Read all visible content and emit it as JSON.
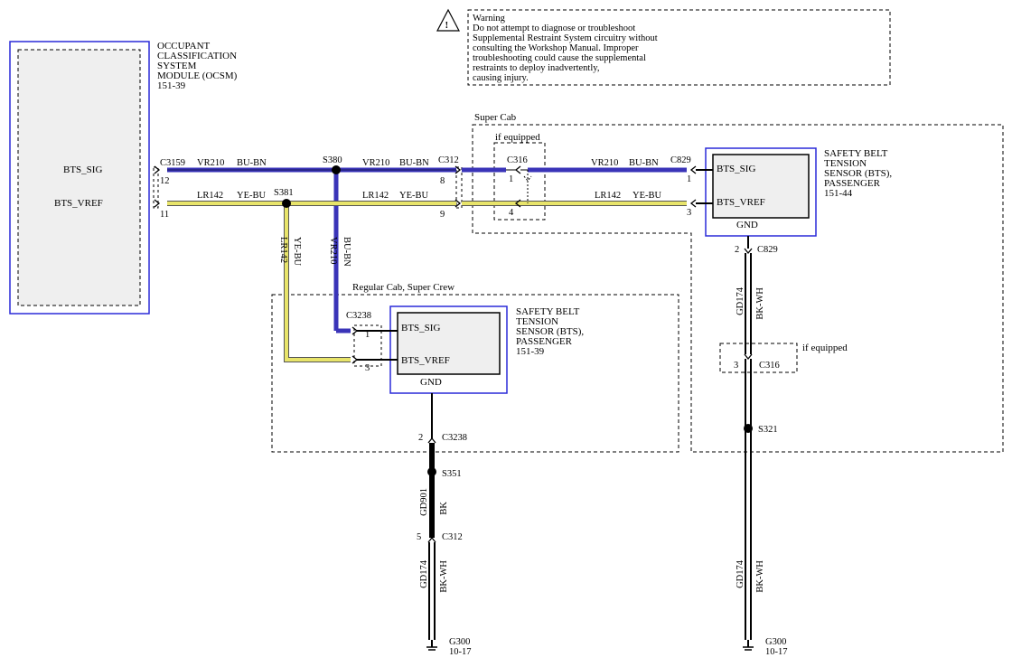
{
  "warning": {
    "lines": [
      "Warning",
      "Do not attempt to diagnose or troubleshoot",
      "Supplemental Restraint System circuitry without",
      "consulting the Workshop Manual. Improper",
      "troubleshooting could cause the supplemental",
      "restraints to deploy inadvertently,",
      "causing injury."
    ]
  },
  "ocsm": {
    "title": [
      "OCCUPANT",
      "CLASSIFICATION",
      "SYSTEM",
      "MODULE (OCSM)",
      "151-39"
    ],
    "pin_sig": "BTS_SIG",
    "pin_vref": "BTS_VREF"
  },
  "connectors": {
    "c3159": "C3159",
    "c3159_p12": "12",
    "c3159_p11": "11",
    "c312": "C312",
    "c312_p8": "8",
    "c312_p9": "9",
    "c316": "C316",
    "c316_p1": "1",
    "c316_p4": "4",
    "c829": "C829",
    "c829_p1": "1",
    "c829_p3": "3",
    "c829_p2": "2",
    "c829b": "C829",
    "c3238": "C3238",
    "c3238_p1": "1",
    "c3238_p3": "3",
    "c3238b": "C3238",
    "c3238b_p2": "2",
    "c312b": "C312",
    "c312b_p5": "5",
    "c316b": "C316",
    "c316b_p3": "3"
  },
  "splices": {
    "s380": "S380",
    "s381": "S381",
    "s351": "S351",
    "s321": "S321"
  },
  "wires": {
    "vr210": "VR210",
    "bu_bn": "BU-BN",
    "lr142": "LR142",
    "ye_bu": "YE-BU",
    "gd174": "GD174",
    "bk_wh": "BK-WH",
    "gd901": "GD901",
    "bk": "BK"
  },
  "zones": {
    "super_cab": "Super Cab",
    "if_equipped": "if equipped",
    "regular_cab": "Regular Cab, Super Crew",
    "if_equipped2": "if equipped"
  },
  "sensor_passenger_144": {
    "title": [
      "SAFETY BELT",
      "TENSION",
      "SENSOR (BTS),",
      "PASSENGER",
      "151-44"
    ],
    "sig": "BTS_SIG",
    "vref": "BTS_VREF",
    "gnd": "GND"
  },
  "sensor_passenger_139": {
    "title": [
      "SAFETY BELT",
      "TENSION",
      "SENSOR (BTS),",
      "PASSENGER",
      "151-39"
    ],
    "sig": "BTS_SIG",
    "vref": "BTS_VREF",
    "gnd": "GND"
  },
  "grounds": {
    "g300a": [
      "G300",
      "10-17"
    ],
    "g300b": [
      "G300",
      "10-17"
    ]
  },
  "colors": {
    "blue_wire": "#3a34b8",
    "yellow_wire": "#e8e46a",
    "module_border": "#2a2ad8",
    "module_fill": "#efefef"
  }
}
